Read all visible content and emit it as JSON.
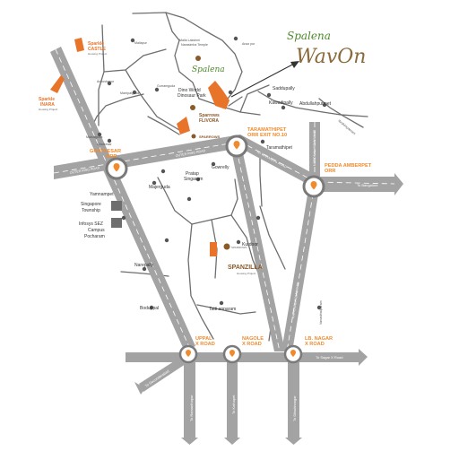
{
  "brand": {
    "name_top": "Spalena",
    "name_bottom": "WavOn",
    "small_logo": "Spalena",
    "colors": {
      "green": "#4e8a2c",
      "brown": "#8a6a3a",
      "orange": "#f08a2c",
      "road": "#a3a3a3",
      "lines": "#6e6e6e"
    }
  },
  "pins": {
    "ghatkesar": [
      "GHATKESAR",
      "ORR"
    ],
    "taramathipet": [
      "TARAMATHIPET",
      "ORR EXIT NO.10"
    ],
    "pedda_amberpet": [
      "PEDDA AMBERPET",
      "ORR"
    ],
    "uppal": [
      "UPPAL",
      "X ROAD"
    ],
    "nagole": [
      "NAGOLE",
      "X ROAD"
    ],
    "lb_nagar": [
      "LB. NAGAR",
      "X ROAD"
    ]
  },
  "roads": {
    "warangal_hwy": "WARANGAL HIGHWAY",
    "ramanthapur_rd": "RAMANTHAPUR ROAD",
    "nh65": "NATIONAL HIGHWAY 65",
    "nh65_north": "NATIONAL HIGHWAY 65",
    "orr_left": "OUTER RING ROAD",
    "orr_center": "OUTER RING ROAD",
    "orr_right": "TO WARANGAL ROAD",
    "to_bangalore": "To Bangalore",
    "to_secunderabad": "To Secunderabad",
    "to_ramanthapur": "To Ramanthapur",
    "to_kothapet": "To Kothapet",
    "to_dilsukhnagar": "To Dilsukhnagar",
    "to_sagar": "To Sagar X Road"
  },
  "places": {
    "yamnampet": "Yamnampet",
    "singapore": [
      "Singapore",
      "Township"
    ],
    "infosys": [
      "Infosys SEZ",
      "Campus",
      "Pocharam"
    ],
    "narepally": "Narepally",
    "boduppal": "Boduppal",
    "majerguda": "Majerguda",
    "pratap_singaram": [
      "Pratap",
      "Singaram"
    ],
    "gowrelly": "Gowrelly",
    "kurdoor": "Kurdoor",
    "tatti_annaram": "Tatti annaram",
    "taramathipet": "Taramathipet",
    "saddupally": "Saddupally",
    "kawadipally": "Kawadipally",
    "abdullapurmet": "Abdullahpurmet",
    "dino_world": [
      "Dino World",
      "Dinosaur Park"
    ],
    "vanasthalipuram": "Vanasthalipuram",
    "mallapur": "Mallapur",
    "marripalguda": "Marripalguda",
    "maisaiguda": "Maisaiguda",
    "ankushapur": "Ankushapur",
    "gurramguda": "Gurramguda",
    "ghatkesar_small": "Ghatkesar",
    "malla_temple": [
      "Malla Lakshmi",
      "Narasimha Temple"
    ],
    "anaz_pur": "Anaz pur",
    "ibrahimpatnam": "Ibrahimpatnam"
  },
  "projects": {
    "sparkle_castle": [
      "Sparkle",
      "CASTLE",
      "Housing Project"
    ],
    "sparkle_inara": [
      "Sparkle",
      "INARA",
      "Housing Project"
    ],
    "sparrows_flivora": [
      "Sparrows",
      "FLIVORA"
    ],
    "sparrows": "SPARROWS",
    "spanzilla": [
      "SPANZILLA",
      "Housing Project"
    ],
    "spanzilla_badge": "SPARROWS"
  }
}
